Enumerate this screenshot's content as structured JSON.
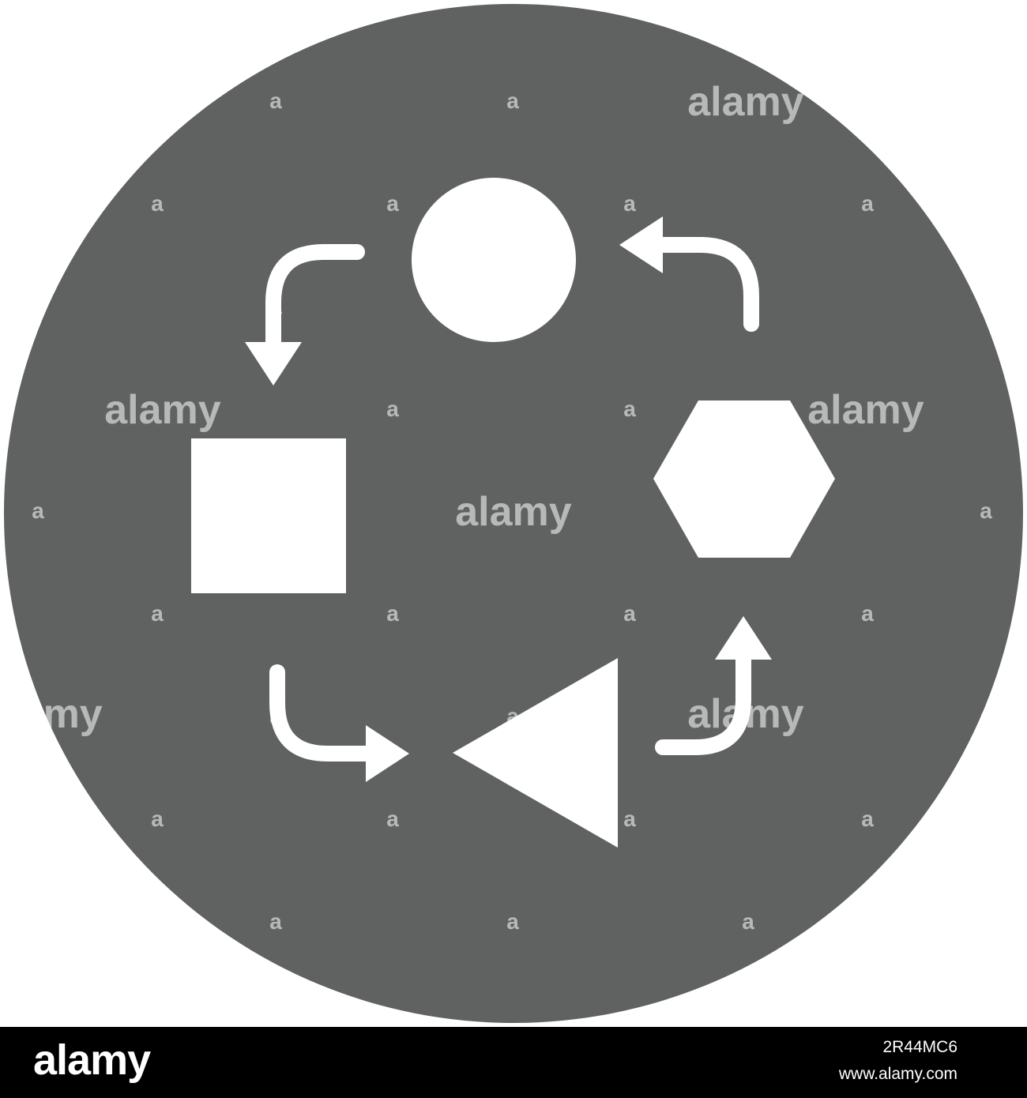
{
  "colors": {
    "background": "#ffffff",
    "badge_fill": "#606262",
    "shape_fill": "#ffffff",
    "watermark": "#ffffff",
    "footer_bg": "#000000",
    "footer_text": "#ffffff"
  },
  "diagram": {
    "description_icon": "process-cycle-icon",
    "nodes": [
      {
        "id": "circle",
        "shape": "circle-icon"
      },
      {
        "id": "hexagon",
        "shape": "hexagon-icon"
      },
      {
        "id": "triangle",
        "shape": "triangle-icon"
      },
      {
        "id": "square",
        "shape": "square-icon"
      }
    ],
    "edges": [
      {
        "from": "circle",
        "to": "square"
      },
      {
        "from": "square",
        "to": "triangle"
      },
      {
        "from": "triangle",
        "to": "hexagon"
      },
      {
        "from": "hexagon",
        "to": "circle"
      }
    ]
  },
  "watermark": {
    "word": "alamy",
    "letter": "a"
  },
  "footer": {
    "logo": "alamy",
    "image_id": "2R44MC6",
    "url": "www.alamy.com"
  }
}
